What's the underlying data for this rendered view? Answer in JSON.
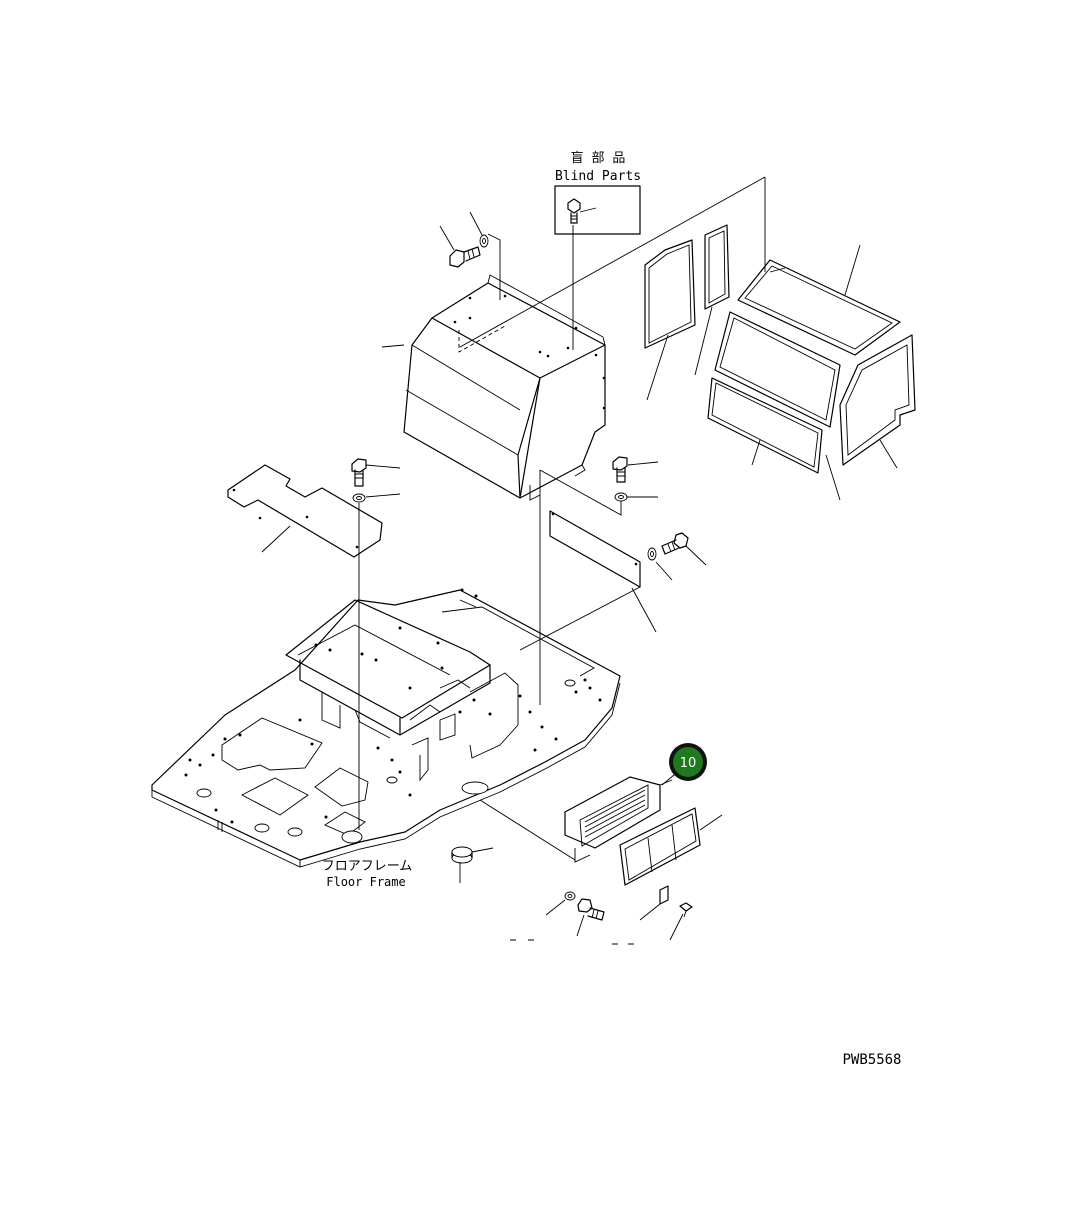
{
  "blind_parts": {
    "label_jp": "盲 部 品",
    "label_en": "Blind Parts"
  },
  "floor_frame": {
    "label_jp": "フロアフレーム",
    "label_en": "Floor Frame"
  },
  "callout": {
    "number": "10",
    "color": "#1e7a1e"
  },
  "drawing_code": "PWB5568"
}
